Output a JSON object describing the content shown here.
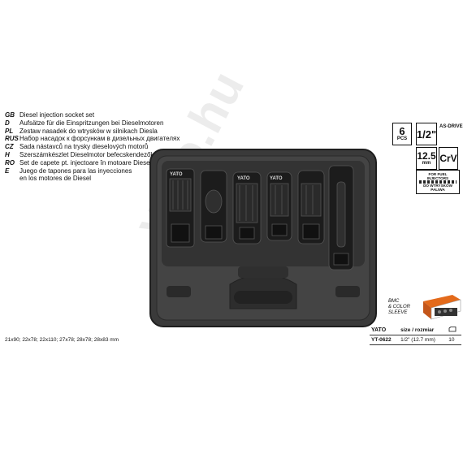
{
  "languages": [
    {
      "code": "GB",
      "text": "Diesel injection socket set"
    },
    {
      "code": "D",
      "text": "Aufsätze für die Einspritzungen bei Dieselmotoren"
    },
    {
      "code": "PL",
      "text": "Zestaw nasadek do wtrysków w silnikach Diesla"
    },
    {
      "code": "RUS",
      "text": "Набор насадок к форсункам в дизельных двигателях"
    },
    {
      "code": "CZ",
      "text": "Sada nástavců na trysky dieselových motorů"
    },
    {
      "code": "H",
      "text": "Szerszámkészlet Dieselmotor befecskendezőkhöz"
    },
    {
      "code": "RO",
      "text": "Set de capete pt. injectoare în motoare Diesel"
    },
    {
      "code": "E",
      "text": "Juego de tapones para las inyecciones"
    },
    {
      "code": "",
      "text": "en los motores de Diesel"
    }
  ],
  "specs": {
    "pcs_count": "6",
    "pcs_unit": "PCS",
    "drive": "1/2\"",
    "drive_label": "AS-DRIVE",
    "size_value": "12.5",
    "size_unit": "mm",
    "material": "CrV",
    "injector_label_top": "FOR FUEL INJECTORS",
    "injector_label_bottom": "DO WTRYSKÓW PALIWA"
  },
  "watermark": "yato.hu",
  "brand": "YATO",
  "packaging": {
    "line1": "BMC",
    "line2": "& COLOR",
    "line3": "SLEEVE"
  },
  "table": {
    "brand_cell": "YATO",
    "header": "size / rozmiar",
    "row": {
      "code": "YT-0622",
      "size": "1/2\" (12.7 mm)",
      "qty": "10"
    }
  },
  "socket_sizes": "21x90; 22x78; 22x110; 27x78; 28x78; 28x83 mm",
  "colors": {
    "case": "#3a3a3a",
    "case_inner": "#2a2a2a",
    "socket": "#1c1c1c"
  }
}
